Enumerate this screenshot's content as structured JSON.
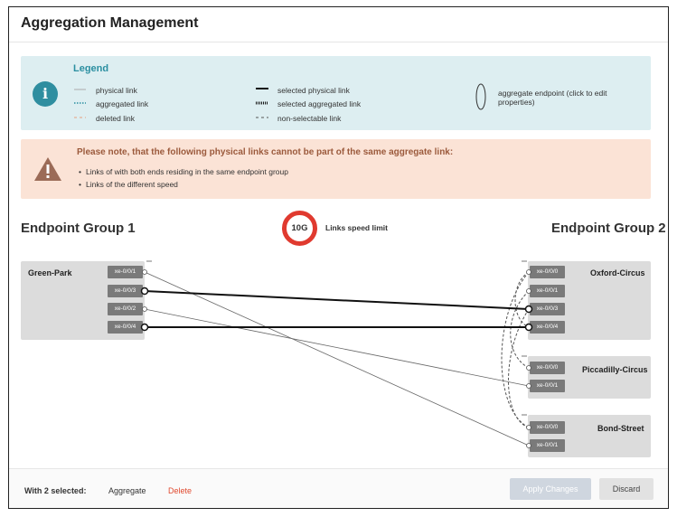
{
  "title": "Aggregation Management",
  "legend": {
    "title": "Legend",
    "physical": "physical link",
    "aggregated": "aggregated link",
    "deleted": "deleted link",
    "selected_physical": "selected physical link",
    "selected_aggregated": "selected aggregated link",
    "non_selectable": "non-selectable link",
    "aggregate_endpoint": "aggregate endpoint (click to edit properties)",
    "icon": "info-icon"
  },
  "warning": {
    "title": "Please note, that the following physical links cannot be part of the same aggregate link:",
    "items": [
      "Links of with both ends residing in the same endpoint group",
      "Links of the different speed"
    ],
    "icon": "warning-icon"
  },
  "groups": {
    "group1_title": "Endpoint Group 1",
    "group2_title": "Endpoint Group 2"
  },
  "speed": {
    "value": "10G",
    "label": "Links speed limit"
  },
  "endpoints": {
    "green_park": {
      "name": "Green-Park",
      "ports": [
        "xe-0/0/1",
        "xe-0/0/3",
        "xe-0/0/2",
        "xe-0/0/4"
      ]
    },
    "oxford_circus": {
      "name": "Oxford-Circus",
      "ports": [
        "xe-0/0/0",
        "xe-0/0/1",
        "xe-0/0/3",
        "xe-0/0/4"
      ]
    },
    "piccadilly_circus": {
      "name": "Piccadilly-Circus",
      "ports": [
        "xe-0/0/0",
        "xe-0/0/1"
      ]
    },
    "bond_street": {
      "name": "Bond-Street",
      "ports": [
        "xe-0/0/0",
        "xe-0/0/1"
      ]
    }
  },
  "footer": {
    "selection_label": "With 2 selected:",
    "aggregate": "Aggregate",
    "delete": "Delete",
    "apply": "Apply Changes",
    "discard": "Discard"
  },
  "colors": {
    "accent": "#2b8fa1",
    "warning_title": "#9b5a3c",
    "speed_ring": "#e03a2f",
    "delete": "#e04a2f",
    "port": "#7a7a7a",
    "endpoint_box": "#dcdcdc"
  }
}
